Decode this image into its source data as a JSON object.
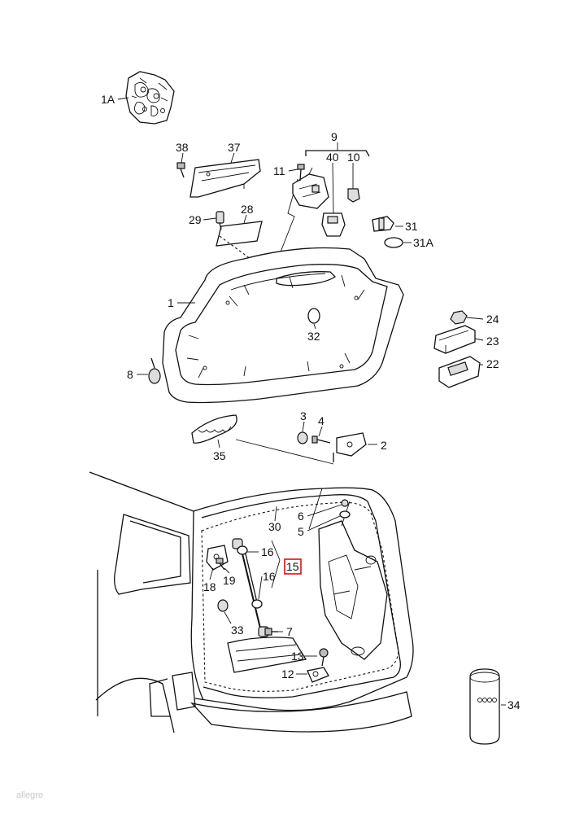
{
  "labels": {
    "p1A": "1A",
    "p38": "38",
    "p37": "37",
    "p9": "9",
    "p40": "40",
    "p10": "10",
    "p11": "11",
    "p29": "29",
    "p28": "28",
    "p31": "31",
    "p31A": "31A",
    "p1": "1",
    "p32": "32",
    "p24": "24",
    "p23": "23",
    "p22": "22",
    "p8": "8",
    "p3": "3",
    "p4": "4",
    "p2": "2",
    "p35": "35",
    "p30": "30",
    "p6": "6",
    "p5": "5",
    "p16a": "16",
    "p15": "15",
    "p16b": "16",
    "p18": "18",
    "p19": "19",
    "p33": "33",
    "p7": "7",
    "p13": "13",
    "p12": "12",
    "p34": "34"
  },
  "highlight_color": "#d6111b",
  "watermark": "allegro"
}
